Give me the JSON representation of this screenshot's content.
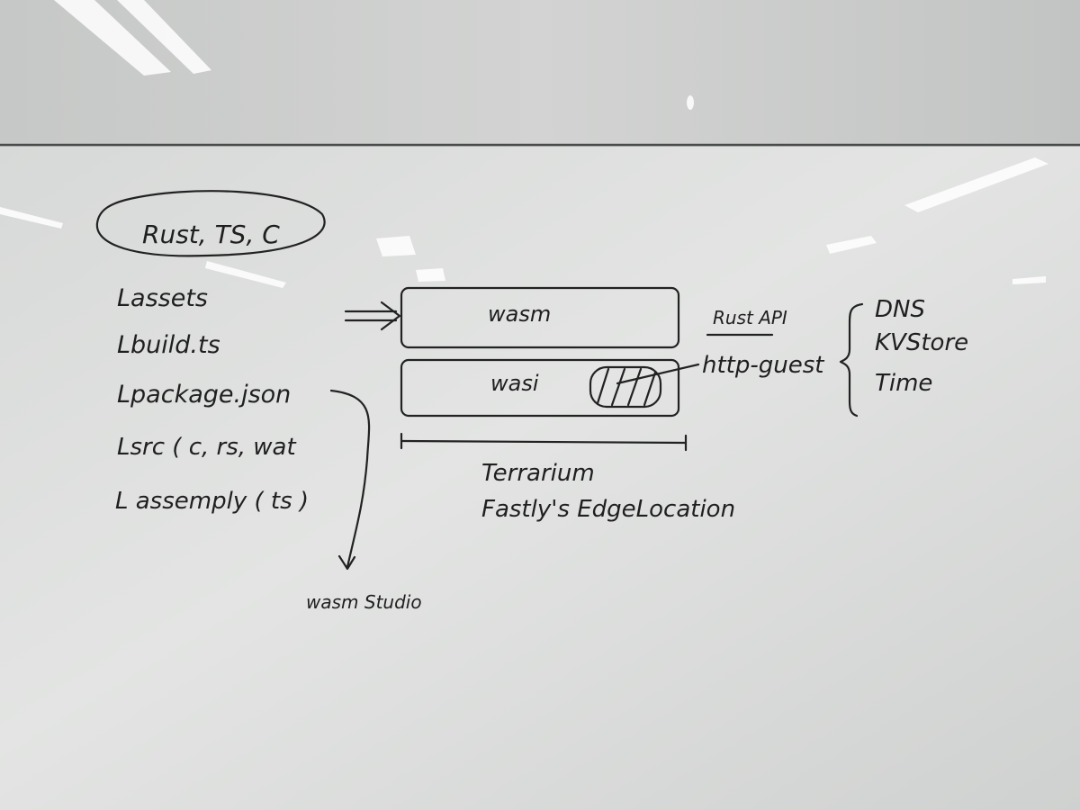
{
  "whiteboard": {
    "languages": "Rust, TS, C",
    "tree": [
      "Lassets",
      "Lbuild.ts",
      "Lpackage.json",
      "Lsrc ( c, rs, wat",
      "L assemply ( ts )"
    ],
    "studio": "wasm Studio",
    "layers": {
      "top": "wasm",
      "bottom": "wasi"
    },
    "platform": {
      "line1": "Terrarium",
      "line2": "Fastly's EdgeLocation"
    },
    "api": {
      "title": "Rust API",
      "guest": "http-guest"
    },
    "services": [
      "DNS",
      "KVStore",
      "Time"
    ]
  },
  "colors": {
    "ink": "#1f1f1f",
    "board": "#dfe0df",
    "wall": "#c8cac9"
  }
}
